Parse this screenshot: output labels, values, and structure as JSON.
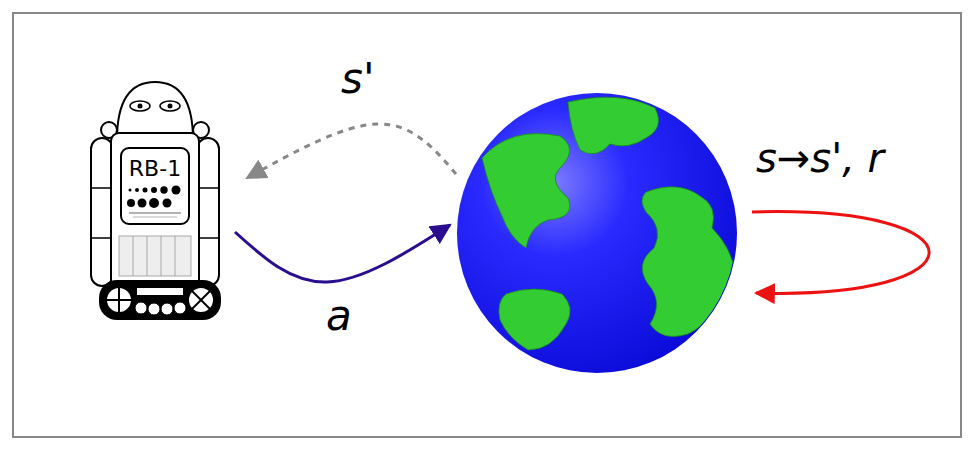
{
  "diagram": {
    "nodes": [
      {
        "text": [
          "RB-1"
        ]
      },
      {
        "text": [
          "s→s', r"
        ]
      }
    ],
    "edges": [
      {
        "from": 0,
        "to": 1,
        "arrow": "to",
        "label": "a"
      },
      {
        "from": 1,
        "to": 0,
        "arrow": "to",
        "label": "s'"
      }
    ]
  }
}
